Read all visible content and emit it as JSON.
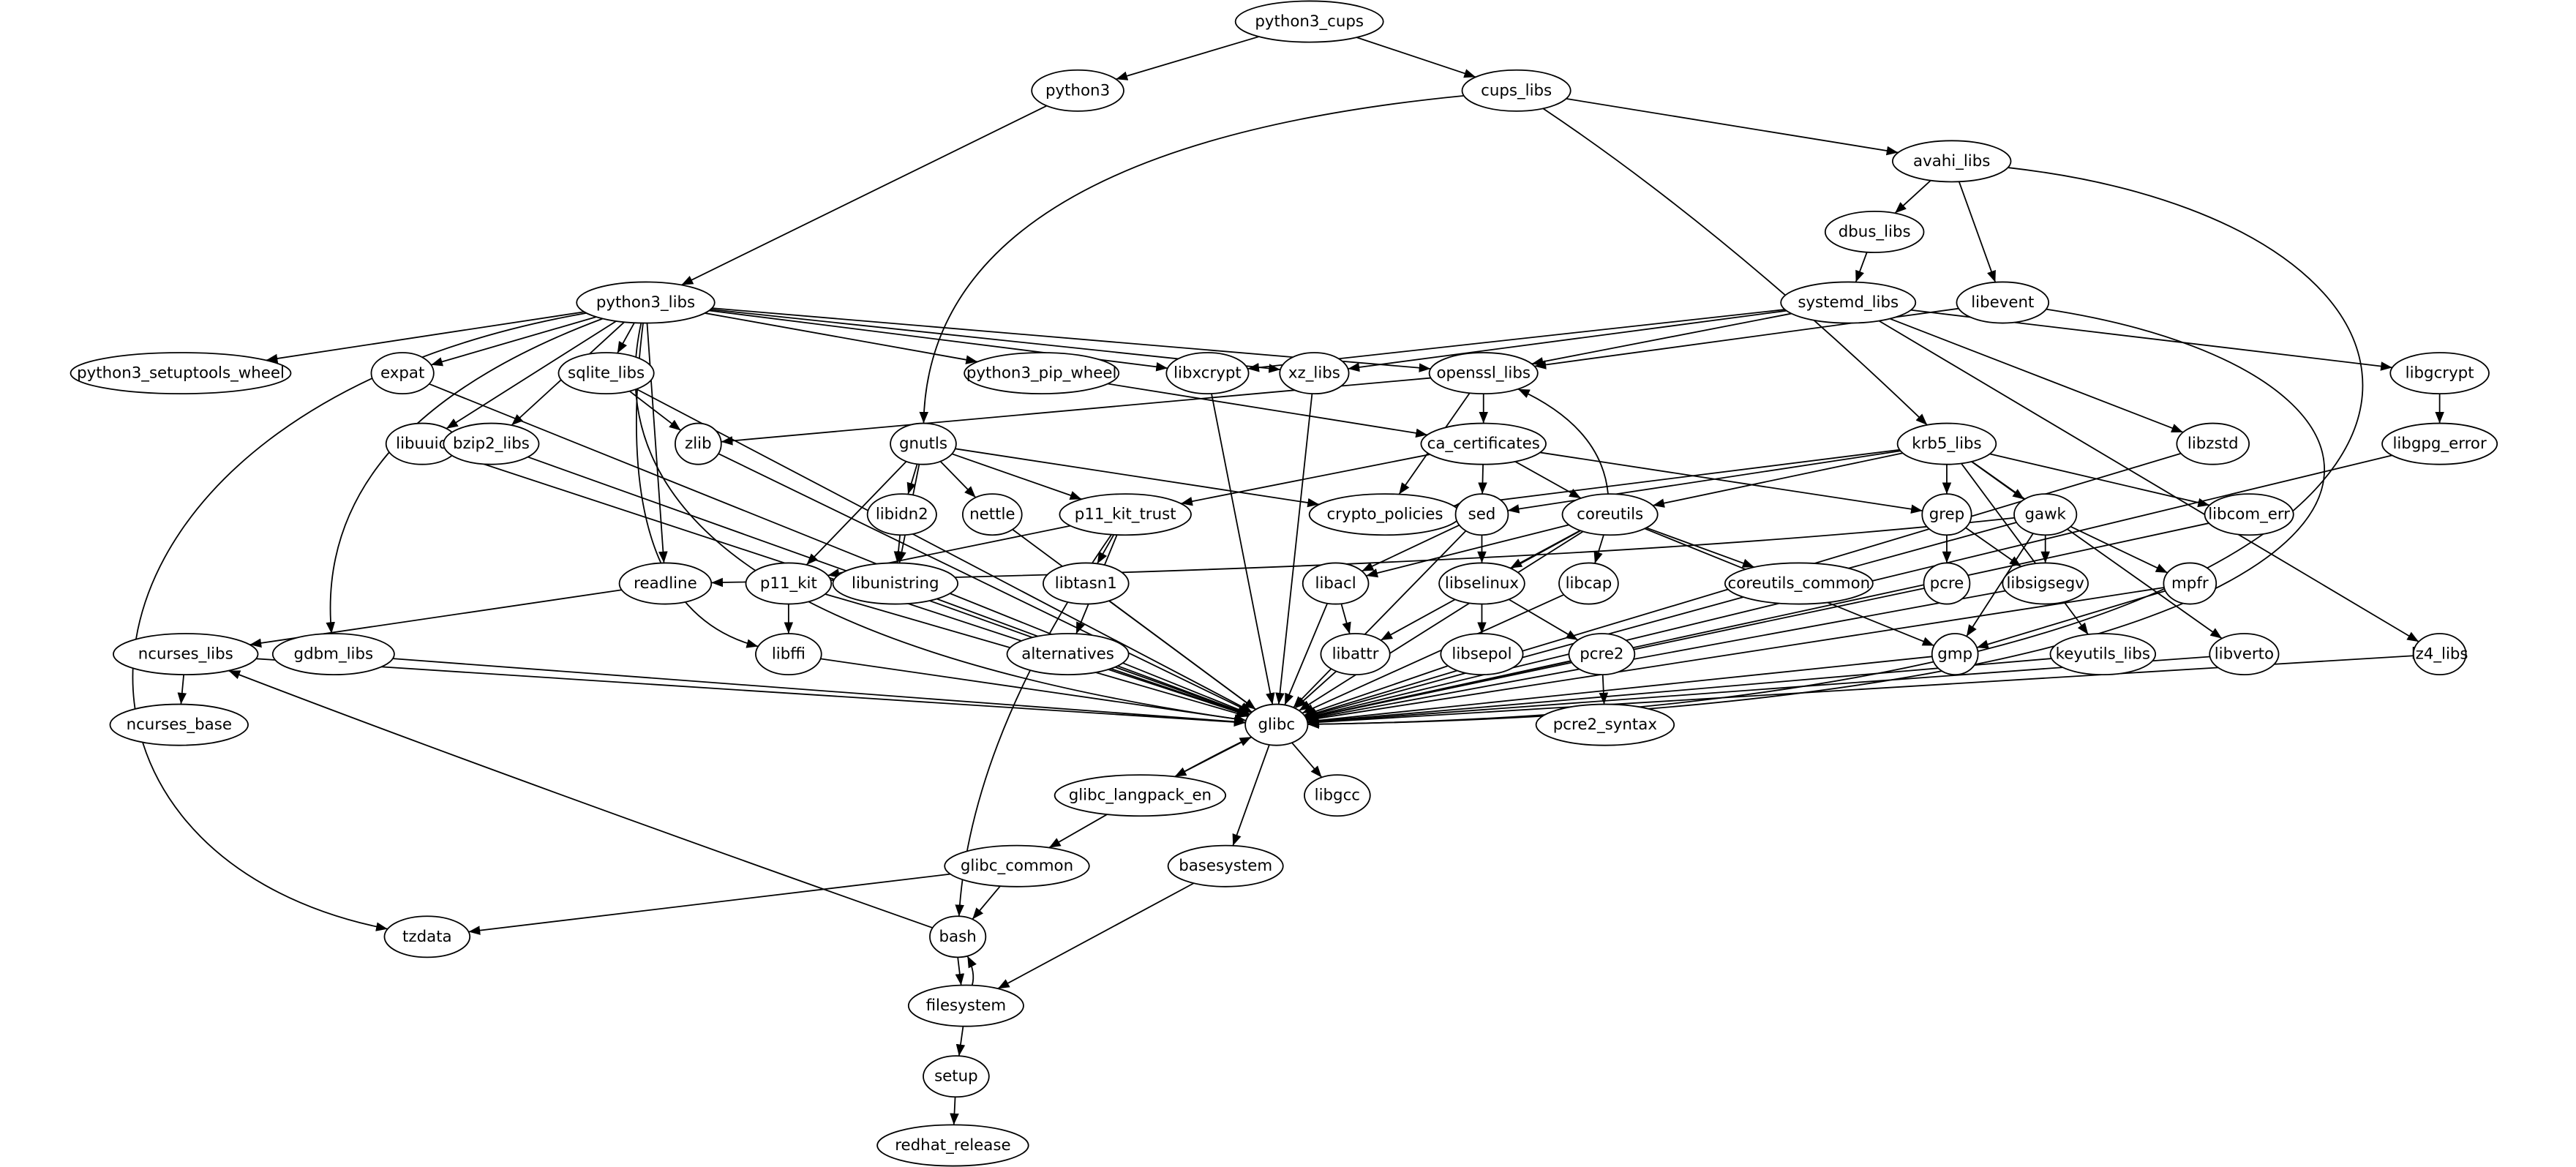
{
  "graph": {
    "nodes": {
      "python3_cups": "python3_cups",
      "python3": "python3",
      "cups_libs": "cups_libs",
      "avahi_libs": "avahi_libs",
      "dbus_libs": "dbus_libs",
      "libevent": "libevent",
      "systemd_libs": "systemd_libs",
      "python3_libs": "python3_libs",
      "python3_setuptools_wheel": "python3_setuptools_wheel",
      "expat": "expat",
      "sqlite_libs": "sqlite_libs",
      "python3_pip_wheel": "python3_pip_wheel",
      "libxcrypt": "libxcrypt",
      "xz_libs": "xz_libs",
      "openssl_libs": "openssl_libs",
      "libgcrypt": "libgcrypt",
      "libuuid": "libuuid",
      "bzip2_libs": "bzip2_libs",
      "zlib": "zlib",
      "gnutls": "gnutls",
      "ca_certificates": "ca_certificates",
      "krb5_libs": "krb5_libs",
      "libzstd": "libzstd",
      "libgpg_error": "libgpg_error",
      "libidn2": "libidn2",
      "nettle": "nettle",
      "p11_kit_trust": "p11_kit_trust",
      "crypto_policies": "crypto_policies",
      "sed": "sed",
      "coreutils": "coreutils",
      "grep": "grep",
      "gawk": "gawk",
      "libcom_err": "libcom_err",
      "readline": "readline",
      "p11_kit": "p11_kit",
      "libunistring": "libunistring",
      "libtasn1": "libtasn1",
      "libacl": "libacl",
      "libselinux": "libselinux",
      "libcap": "libcap",
      "coreutils_common": "coreutils_common",
      "pcre": "pcre",
      "libsigsegv": "libsigsegv",
      "mpfr": "mpfr",
      "libffi": "libffi",
      "alternatives": "alternatives",
      "libattr": "libattr",
      "libsepol": "libsepol",
      "pcre2": "pcre2",
      "gmp": "gmp",
      "keyutils_libs": "keyutils_libs",
      "libverto": "libverto",
      "lz4_libs": "lz4_libs",
      "ncurses_libs": "ncurses_libs",
      "gdbm_libs": "gdbm_libs",
      "glibc": "glibc",
      "ncurses_base": "ncurses_base",
      "pcre2_syntax": "pcre2_syntax",
      "glibc_langpack_en": "glibc_langpack_en",
      "libgcc": "libgcc",
      "glibc_common": "glibc_common",
      "basesystem": "basesystem",
      "tzdata": "tzdata",
      "bash": "bash",
      "filesystem": "filesystem",
      "setup": "setup",
      "redhat_release": "redhat_release"
    },
    "edges": [
      [
        "python3_cups",
        "python3"
      ],
      [
        "python3_cups",
        "cups_libs"
      ],
      [
        "python3",
        "python3_libs"
      ],
      [
        "cups_libs",
        "avahi_libs"
      ],
      [
        "cups_libs",
        "gnutls"
      ],
      [
        "cups_libs",
        "krb5_libs"
      ],
      [
        "avahi_libs",
        "dbus_libs"
      ],
      [
        "avahi_libs",
        "libevent"
      ],
      [
        "avahi_libs",
        "glibc"
      ],
      [
        "dbus_libs",
        "systemd_libs"
      ],
      [
        "libevent",
        "openssl_libs"
      ],
      [
        "libevent",
        "glibc"
      ],
      [
        "systemd_libs",
        "libxcrypt"
      ],
      [
        "systemd_libs",
        "xz_libs"
      ],
      [
        "systemd_libs",
        "openssl_libs"
      ],
      [
        "systemd_libs",
        "libgcrypt"
      ],
      [
        "systemd_libs",
        "libzstd"
      ],
      [
        "systemd_libs",
        "lz4_libs"
      ],
      [
        "python3_libs",
        "python3_setuptools_wheel"
      ],
      [
        "python3_libs",
        "expat"
      ],
      [
        "python3_libs",
        "libuuid"
      ],
      [
        "python3_libs",
        "bzip2_libs"
      ],
      [
        "python3_libs",
        "sqlite_libs"
      ],
      [
        "python3_libs",
        "gdbm_libs"
      ],
      [
        "python3_libs",
        "readline"
      ],
      [
        "python3_libs",
        "libffi"
      ],
      [
        "python3_libs",
        "glibc"
      ],
      [
        "python3_libs",
        "tzdata"
      ],
      [
        "python3_libs",
        "python3_pip_wheel"
      ],
      [
        "python3_libs",
        "libxcrypt"
      ],
      [
        "python3_libs",
        "xz_libs"
      ],
      [
        "python3_libs",
        "openssl_libs"
      ],
      [
        "expat",
        "glibc"
      ],
      [
        "sqlite_libs",
        "zlib"
      ],
      [
        "sqlite_libs",
        "glibc"
      ],
      [
        "libuuid",
        "glibc"
      ],
      [
        "bzip2_libs",
        "glibc"
      ],
      [
        "zlib",
        "glibc"
      ],
      [
        "python3_pip_wheel",
        "ca_certificates"
      ],
      [
        "libxcrypt",
        "glibc"
      ],
      [
        "xz_libs",
        "glibc"
      ],
      [
        "openssl_libs",
        "zlib"
      ],
      [
        "openssl_libs",
        "ca_certificates"
      ],
      [
        "openssl_libs",
        "crypto_policies"
      ],
      [
        "libgcrypt",
        "libgpg_error"
      ],
      [
        "libgpg_error",
        "glibc"
      ],
      [
        "gnutls",
        "libidn2"
      ],
      [
        "gnutls",
        "nettle"
      ],
      [
        "gnutls",
        "p11_kit_trust"
      ],
      [
        "gnutls",
        "crypto_policies"
      ],
      [
        "gnutls",
        "p11_kit"
      ],
      [
        "gnutls",
        "libunistring"
      ],
      [
        "ca_certificates",
        "p11_kit_trust"
      ],
      [
        "ca_certificates",
        "sed"
      ],
      [
        "ca_certificates",
        "coreutils"
      ],
      [
        "ca_certificates",
        "grep"
      ],
      [
        "krb5_libs",
        "crypto_policies"
      ],
      [
        "krb5_libs",
        "sed"
      ],
      [
        "krb5_libs",
        "coreutils"
      ],
      [
        "krb5_libs",
        "grep"
      ],
      [
        "krb5_libs",
        "gawk"
      ],
      [
        "krb5_libs",
        "libcom_err"
      ],
      [
        "krb5_libs",
        "keyutils_libs"
      ],
      [
        "krb5_libs",
        "libverto"
      ],
      [
        "libzstd",
        "glibc"
      ],
      [
        "libidn2",
        "libunistring"
      ],
      [
        "nettle",
        "glibc"
      ],
      [
        "p11_kit_trust",
        "p11_kit"
      ],
      [
        "p11_kit_trust",
        "libtasn1"
      ],
      [
        "p11_kit_trust",
        "alternatives"
      ],
      [
        "p11_kit_trust",
        "bash"
      ],
      [
        "coreutils",
        "openssl_libs"
      ],
      [
        "coreutils",
        "libacl"
      ],
      [
        "coreutils",
        "libselinux"
      ],
      [
        "coreutils",
        "libcap"
      ],
      [
        "coreutils",
        "coreutils_common"
      ],
      [
        "coreutils",
        "gmp"
      ],
      [
        "coreutils",
        "glibc"
      ],
      [
        "coreutils",
        "libattr"
      ],
      [
        "sed",
        "libacl"
      ],
      [
        "sed",
        "libselinux"
      ],
      [
        "sed",
        "glibc"
      ],
      [
        "grep",
        "pcre"
      ],
      [
        "grep",
        "libsigsegv"
      ],
      [
        "gawk",
        "readline"
      ],
      [
        "gawk",
        "libsigsegv"
      ],
      [
        "gawk",
        "mpfr"
      ],
      [
        "gawk",
        "gmp"
      ],
      [
        "gawk",
        "glibc"
      ],
      [
        "libcom_err",
        "glibc"
      ],
      [
        "readline",
        "ncurses_libs"
      ],
      [
        "p11_kit",
        "libffi"
      ],
      [
        "p11_kit",
        "glibc"
      ],
      [
        "libunistring",
        "glibc"
      ],
      [
        "libtasn1",
        "glibc"
      ],
      [
        "libacl",
        "libattr"
      ],
      [
        "libacl",
        "glibc"
      ],
      [
        "libselinux",
        "libsepol"
      ],
      [
        "libselinux",
        "pcre2"
      ],
      [
        "libcap",
        "glibc"
      ],
      [
        "pcre",
        "glibc"
      ],
      [
        "libsigsegv",
        "glibc"
      ],
      [
        "mpfr",
        "gmp"
      ],
      [
        "mpfr",
        "glibc"
      ],
      [
        "libffi",
        "glibc"
      ],
      [
        "alternatives",
        "glibc"
      ],
      [
        "libattr",
        "glibc"
      ],
      [
        "libsepol",
        "glibc"
      ],
      [
        "pcre2",
        "glibc"
      ],
      [
        "pcre2",
        "pcre2_syntax"
      ],
      [
        "gmp",
        "glibc"
      ],
      [
        "keyutils_libs",
        "glibc"
      ],
      [
        "libverto",
        "glibc"
      ],
      [
        "lz4_libs",
        "glibc"
      ],
      [
        "ncurses_libs",
        "glibc"
      ],
      [
        "ncurses_libs",
        "ncurses_base"
      ],
      [
        "gdbm_libs",
        "glibc"
      ],
      [
        "glibc",
        "glibc_langpack_en"
      ],
      [
        "glibc_langpack_en",
        "glibc"
      ],
      [
        "glibc",
        "libgcc"
      ],
      [
        "glibc",
        "basesystem"
      ],
      [
        "glibc_langpack_en",
        "glibc_common"
      ],
      [
        "glibc_common",
        "tzdata"
      ],
      [
        "glibc_common",
        "bash"
      ],
      [
        "bash",
        "ncurses_libs"
      ],
      [
        "bash",
        "filesystem"
      ],
      [
        "filesystem",
        "bash"
      ],
      [
        "basesystem",
        "filesystem"
      ],
      [
        "filesystem",
        "setup"
      ],
      [
        "setup",
        "redhat_release"
      ]
    ]
  }
}
